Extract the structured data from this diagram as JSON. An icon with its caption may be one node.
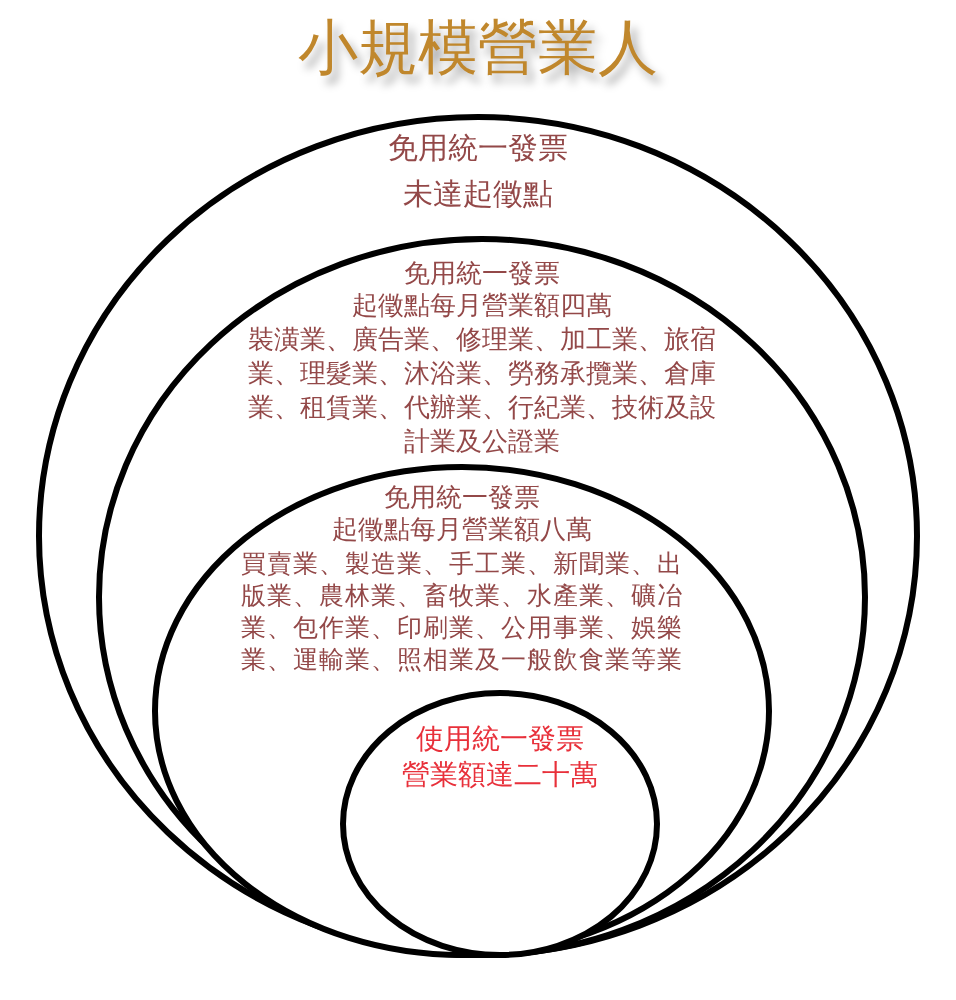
{
  "diagram": {
    "title": "小規模營業人",
    "nodes": [
      {
        "text": [
          "免用統一發票",
          "未達起徵點"
        ]
      },
      {
        "text": [
          "免用統一發票",
          "起徵點每月營業額四萬",
          "裝潢業、廣告業、修理業、加工業、旅宿業、理髮業、沐浴業、勞務承攬業、倉庫業、租賃業、代辦業、行紀業、技術及設計業及公證業"
        ],
        "in": 0
      },
      {
        "text": [
          "免用統一發票",
          "起徵點每月營業額八萬",
          "買賣業、製造業、手工業、新聞業、出版業、農林業、畜牧業、水產業、礦冶業、包作業、印刷業、公用事業、娛樂業、運輸業、照相業及一般飲食業等業"
        ],
        "in": 1
      },
      {
        "text": [
          "使用統一發票",
          "營業額達二十萬"
        ],
        "in": 2
      }
    ]
  }
}
